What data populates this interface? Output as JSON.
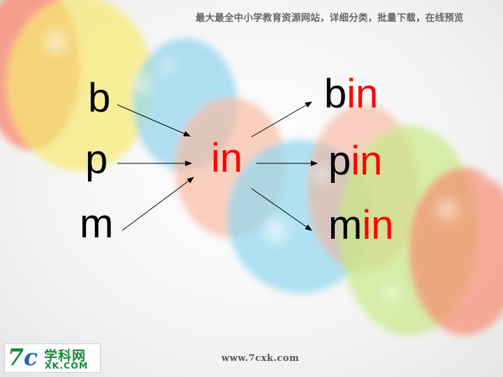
{
  "banner": "最大最全中小学教育资源网站，详细分类，批量下载，在线预览",
  "initials": [
    "b",
    "p",
    "m"
  ],
  "final": "in",
  "results": [
    {
      "initial": "b",
      "final": "in"
    },
    {
      "initial": "p",
      "final": "in"
    },
    {
      "initial": "m",
      "final": "in"
    }
  ],
  "footer_url": "www.7cxk.com",
  "logo": {
    "mark": "7c",
    "mark_main": "7",
    "mark_accent": "c",
    "cn": "学科网",
    "en": "XK.COM"
  },
  "colors": {
    "final_red": "#ff0000",
    "text_black": "#000000",
    "logo_green": "#128a3a"
  }
}
